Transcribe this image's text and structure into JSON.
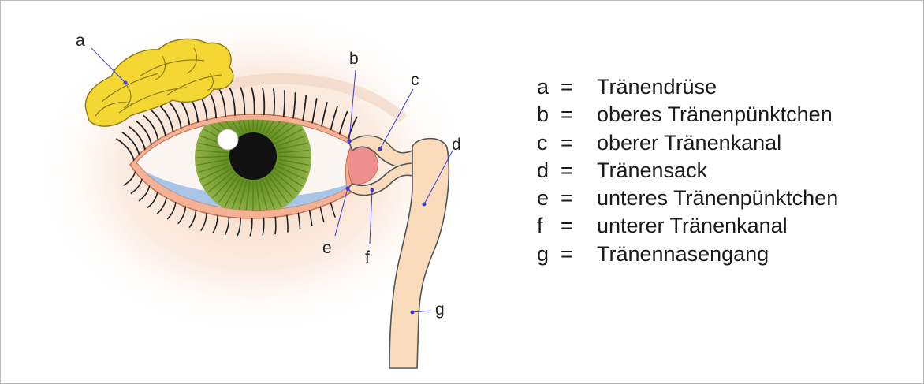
{
  "parts": [
    {
      "letter": "a",
      "eq": "=",
      "name": "Tränendrüse"
    },
    {
      "letter": "b",
      "eq": "=",
      "name": "oberes Tränenpünktchen"
    },
    {
      "letter": "c",
      "eq": "=",
      "name": "oberer Tränenkanal"
    },
    {
      "letter": "d",
      "eq": "=",
      "name": "Tränensack"
    },
    {
      "letter": "e",
      "eq": "=",
      "name": "unteres Tränenpünktchen"
    },
    {
      "letter": "f",
      "eq": "=",
      "name": "unterer Tränenkanal"
    },
    {
      "letter": "g",
      "eq": "=",
      "name": "Tränennasengang"
    }
  ],
  "colors": {
    "gland": "#f5d733",
    "iris": "#7fa23a",
    "pupil": "#111111",
    "lid": "#f3b196",
    "duct": "#fadcbd",
    "caruncle": "#ef8f8f",
    "tear_film": "#9fbfe6",
    "leader": "#3a3ad8"
  }
}
